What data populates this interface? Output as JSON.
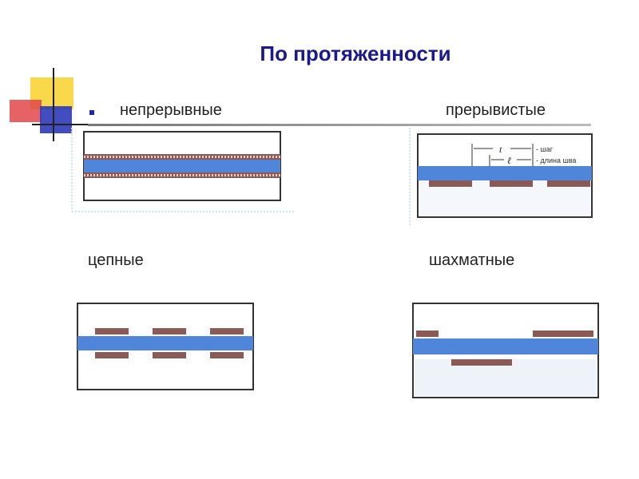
{
  "slide": {
    "title": "По протяженности",
    "labels": {
      "continuous": "непрерывные",
      "intermittent": "прерывистые",
      "chain": "цепные",
      "staggered": "шахматные"
    },
    "annotations": {
      "t": "t",
      "l": "ℓ",
      "step": "- шаг",
      "weld_length": "- длина шва"
    }
  },
  "colors": {
    "title": "#1a1a8c",
    "plate_blue": "#4f86d9",
    "weld_bead": "#8a5a55",
    "frame": "#333333",
    "accent_yellow": "#f9d84a",
    "accent_red": "#e2464a",
    "accent_blue": "#2e3ab8"
  }
}
